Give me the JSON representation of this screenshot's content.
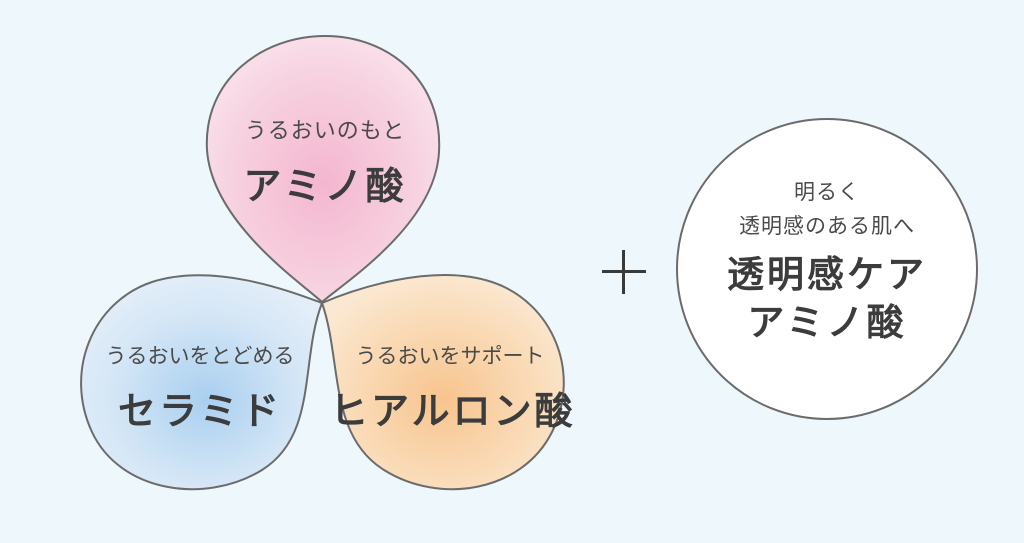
{
  "drops": {
    "amino": {
      "sub": "うるおいのもと",
      "main": "アミノ酸",
      "color": "#f4b6cf"
    },
    "ceramide": {
      "sub": "うるおいをとどめる",
      "main": "セラミド",
      "color": "#b7d7f2"
    },
    "hyaluron": {
      "sub": "うるおいをサポート",
      "main": "ヒアルロン酸",
      "color": "#f8cfa2"
    }
  },
  "plus_symbol": "+",
  "circle": {
    "line1": "明るく",
    "line2": "透明感のある肌へ",
    "title1": "透明感ケア",
    "title2": "アミノ酸"
  },
  "colors": {
    "background": "#eef7fc",
    "outline": "#6b6b6b"
  }
}
